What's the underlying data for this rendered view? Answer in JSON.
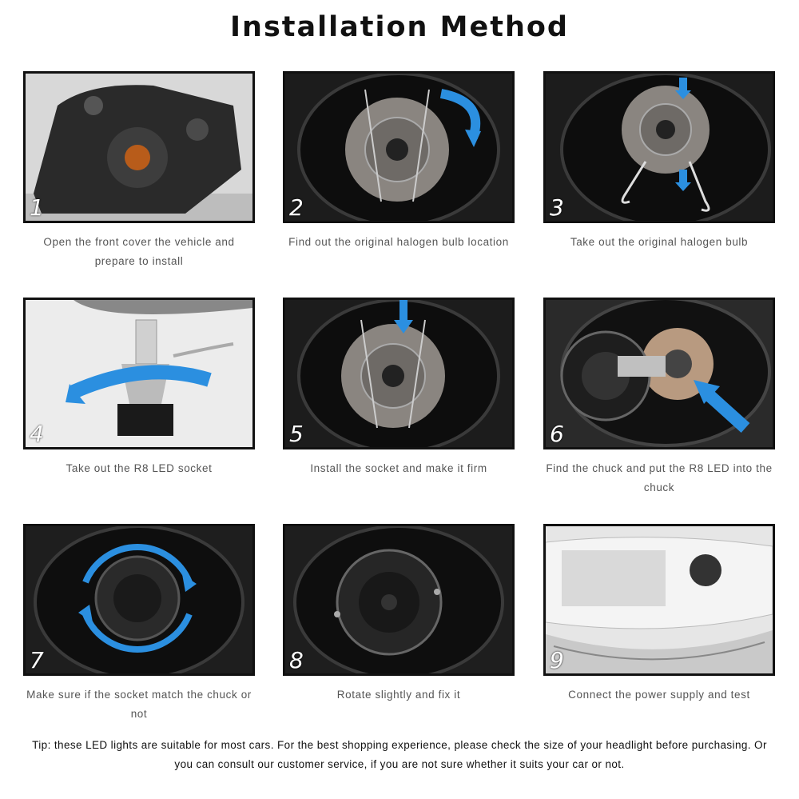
{
  "title": "Installation Method",
  "steps": [
    {
      "num": "1",
      "caption": "Open the front cover the vehicle and prepare to install"
    },
    {
      "num": "2",
      "caption": "Find out the original halogen bulb location"
    },
    {
      "num": "3",
      "caption": "Take out the original halogen bulb"
    },
    {
      "num": "4",
      "caption": "Take out the R8 LED socket"
    },
    {
      "num": "5",
      "caption": "Install the socket and make it firm"
    },
    {
      "num": "6",
      "caption": "Find the chuck and put the R8 LED into the chuck"
    },
    {
      "num": "7",
      "caption": "Make sure if the socket match the chuck or not"
    },
    {
      "num": "8",
      "caption": "Rotate slightly and fix it"
    },
    {
      "num": "9",
      "caption": "Connect the power supply and test"
    }
  ],
  "tip": "Tip: these LED lights are suitable for most cars. For the best shopping experience, please check the size of your headlight before purchasing. Or you can consult our customer service, if you are not sure whether it suits your car or not.",
  "colors": {
    "arrow": "#2b8fe0",
    "frame": "#111111",
    "caption": "#555555"
  }
}
